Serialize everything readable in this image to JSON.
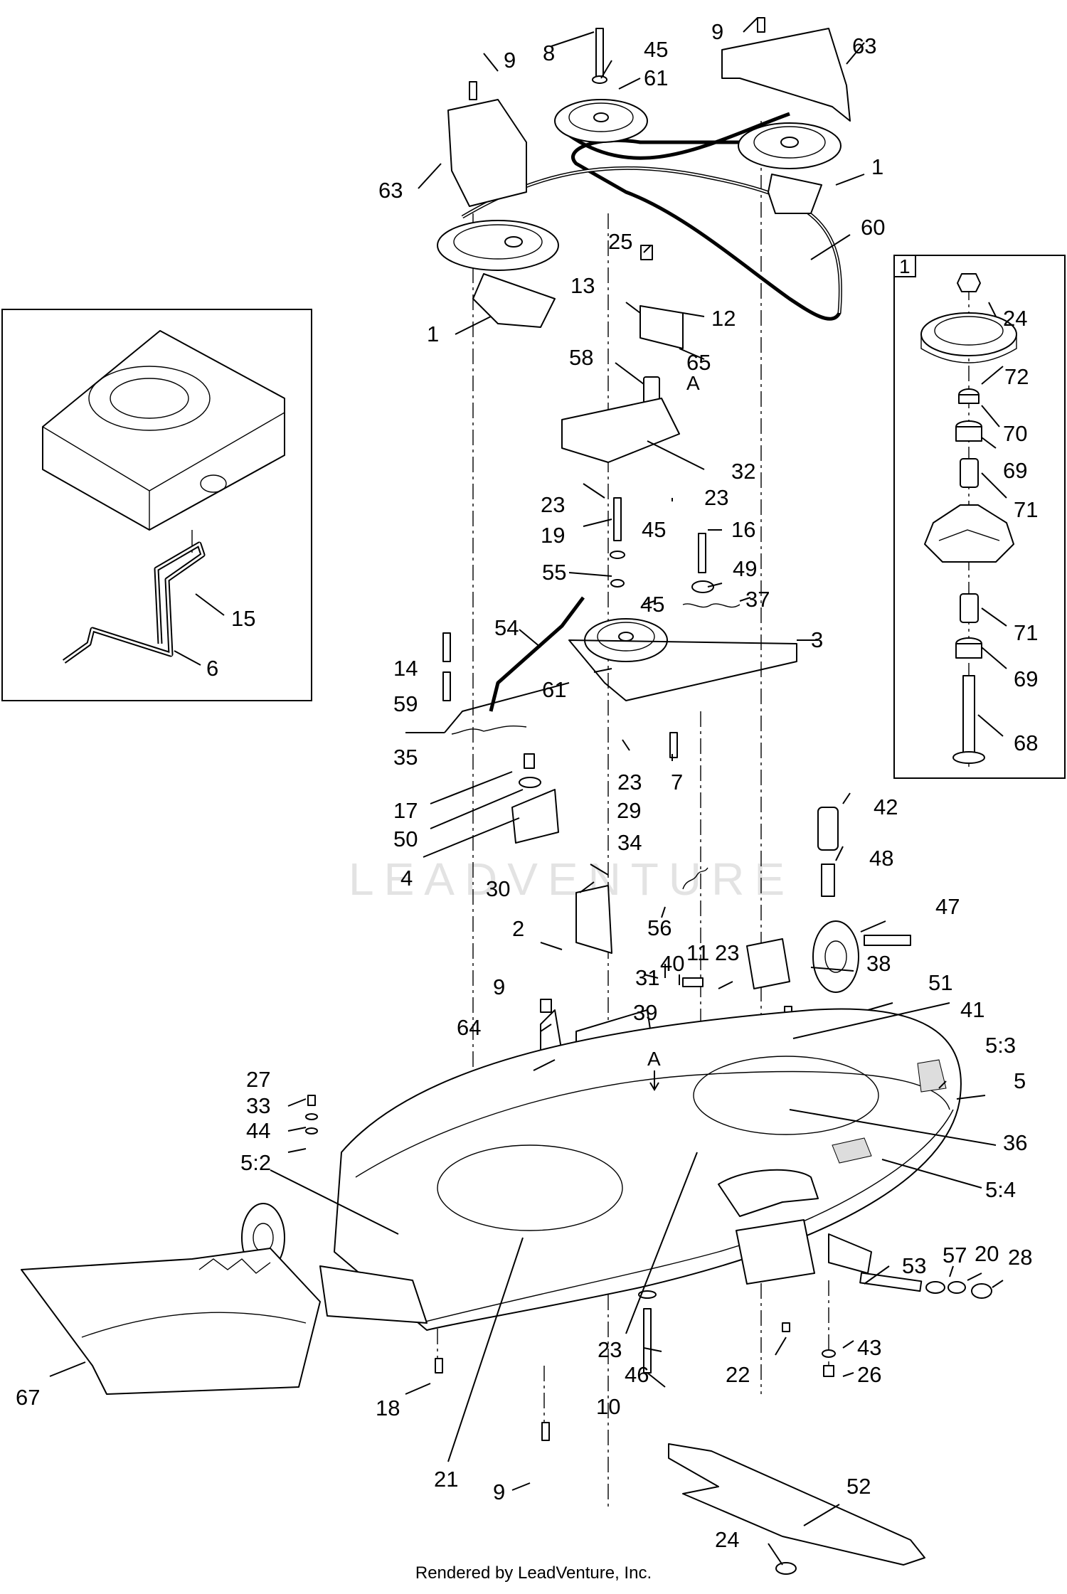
{
  "watermark": "LEADVENTURE",
  "footer": "Rendered by LeadVenture, Inc.",
  "inset_spindle": {
    "box_label": "1"
  },
  "reference_marks": [
    "A",
    "A"
  ],
  "callouts": [
    "9",
    "8",
    "45",
    "9",
    "63",
    "61",
    "63",
    "1",
    "60",
    "25",
    "13",
    "12",
    "1",
    "58",
    "65",
    "32",
    "23",
    "23",
    "19",
    "45",
    "16",
    "55",
    "49",
    "45",
    "37",
    "54",
    "3",
    "14",
    "59",
    "61",
    "35",
    "23",
    "7",
    "17",
    "50",
    "29",
    "4",
    "34",
    "30",
    "56",
    "2",
    "9",
    "31",
    "40",
    "11",
    "23",
    "39",
    "64",
    "27",
    "33",
    "44",
    "5:2",
    "67",
    "18",
    "21",
    "9",
    "23",
    "46",
    "10",
    "22",
    "43",
    "26",
    "53",
    "57",
    "20",
    "28",
    "36",
    "5:4",
    "5",
    "5:3",
    "41",
    "51",
    "38",
    "47",
    "48",
    "42",
    "52",
    "24",
    "15",
    "6",
    "24",
    "72",
    "70",
    "69",
    "71",
    "71",
    "69",
    "68"
  ]
}
